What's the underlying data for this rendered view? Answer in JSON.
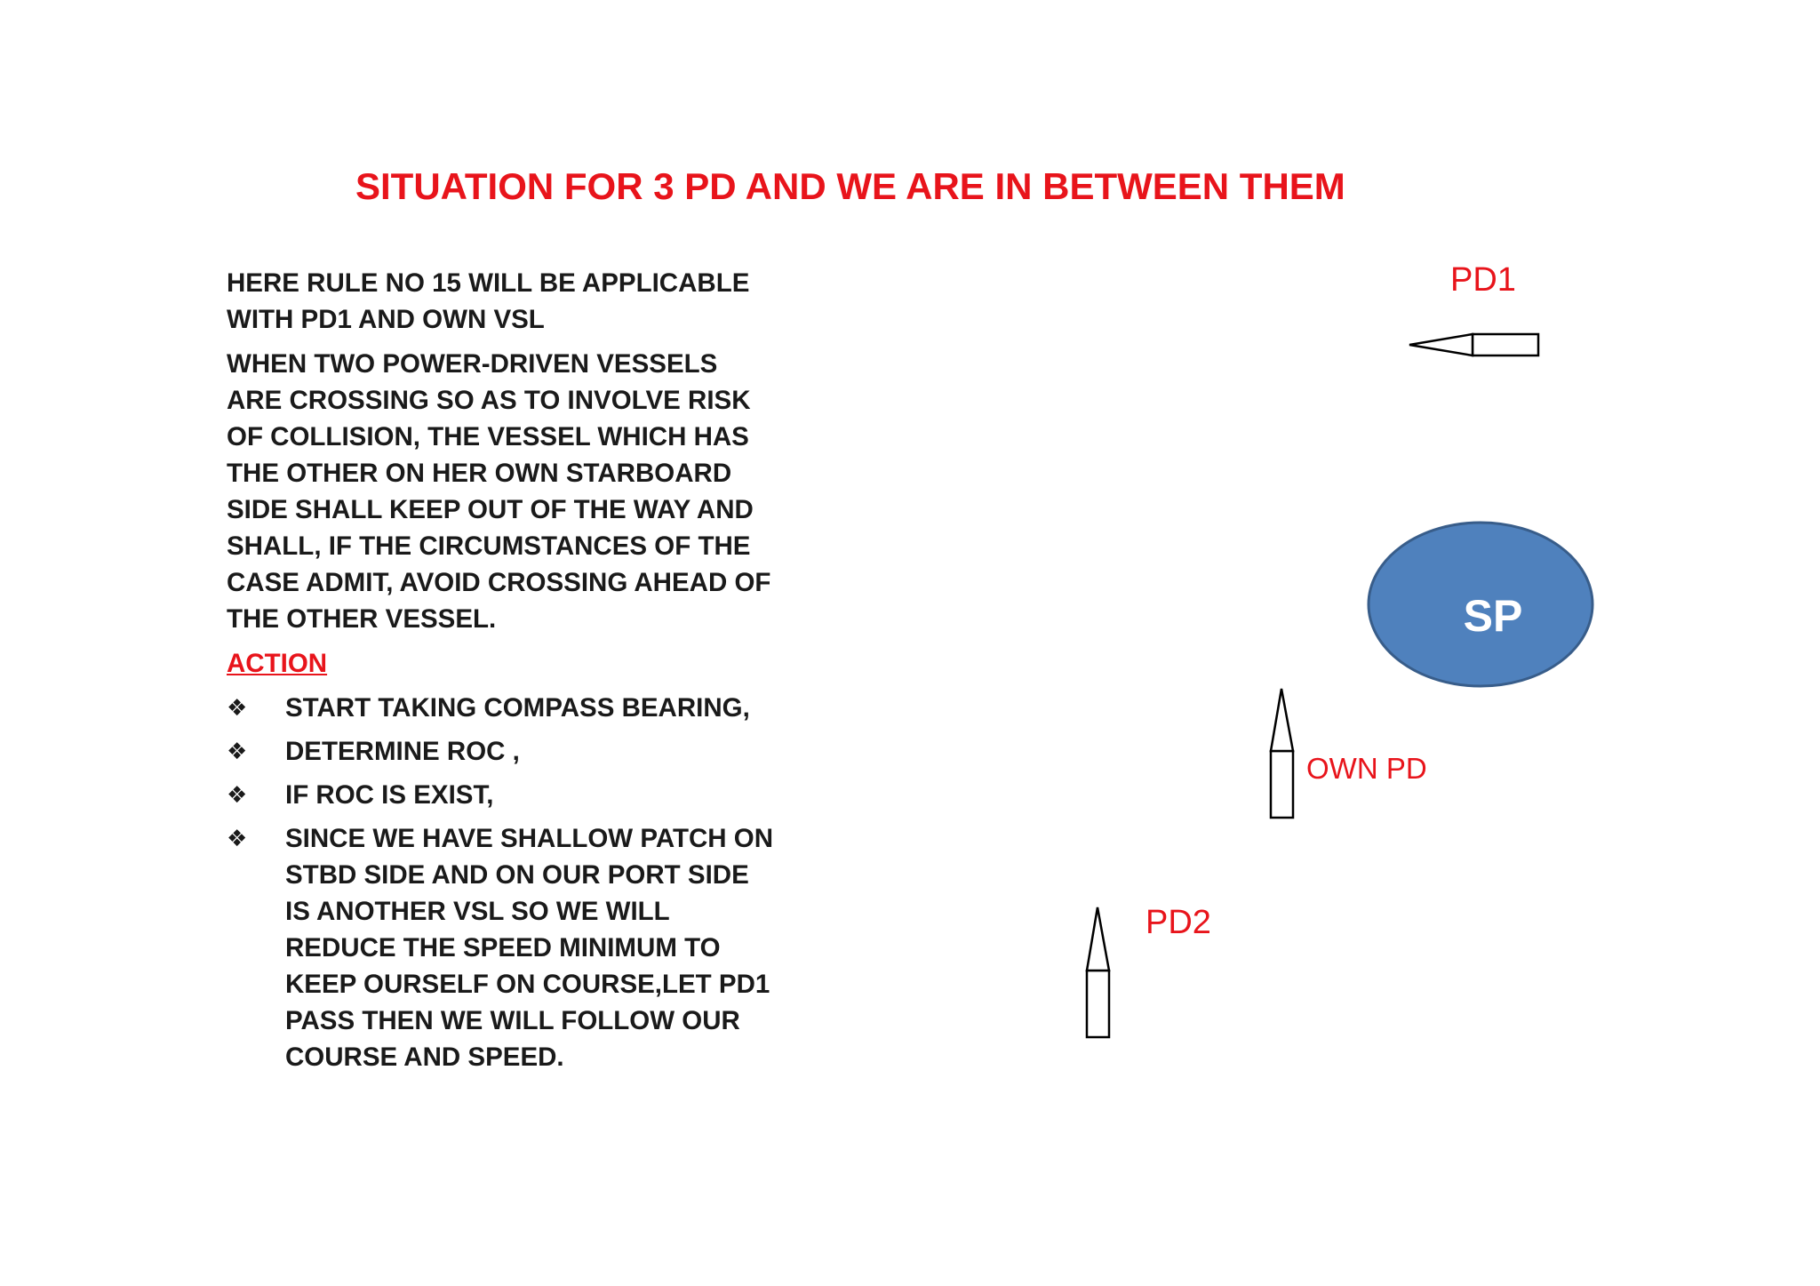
{
  "title": "SITUATION FOR 3 PD AND WE ARE IN BETWEEN THEM",
  "rule_intro": [
    "HERE RULE NO 15 WILL BE APPLICABLE",
    "WITH  PD1 AND OWN VSL"
  ],
  "rule_text": [
    "WHEN TWO POWER-DRIVEN VESSELS",
    "ARE CROSSING SO AS TO INVOLVE RISK",
    "OF COLLISION, THE VESSEL WHICH HAS",
    "THE OTHER ON HER OWN STARBOARD",
    "SIDE SHALL KEEP OUT OF THE WAY AND",
    "SHALL, IF THE CIRCUMSTANCES OF THE",
    "CASE ADMIT, AVOID CROSSING AHEAD OF",
    "THE OTHER VESSEL."
  ],
  "action_label": "ACTION",
  "bullet_symbol": "❖",
  "actions": [
    {
      "lines": [
        "START TAKING COMPASS BEARING,"
      ]
    },
    {
      "lines": [
        "DETERMINE ROC ,"
      ]
    },
    {
      "lines": [
        "IF ROC IS EXIST,"
      ]
    },
    {
      "lines": [
        "SINCE WE HAVE SHALLOW PATCH ON",
        "STBD SIDE AND ON OUR PORT SIDE",
        "IS ANOTHER VSL SO WE WILL",
        "REDUCE THE SPEED MINIMUM TO",
        "KEEP OURSELF ON COURSE,LET PD1",
        "PASS THEN WE WILL FOLLOW OUR",
        "COURSE AND SPEED."
      ]
    }
  ],
  "diagram": {
    "pd1_label": "PD1",
    "own_label": "OWN PD",
    "pd2_label": "PD2",
    "sp_label": "SP",
    "sp_fill": "#4f81bd",
    "sp_stroke": "#385d8a",
    "label_color": "#e8141b"
  }
}
